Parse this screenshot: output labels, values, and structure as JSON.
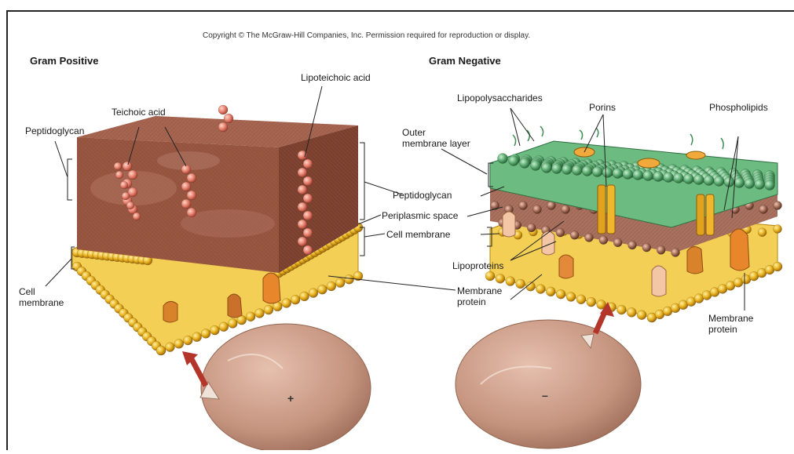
{
  "copyright": "Copyright © The McGraw-Hill Companies, Inc. Permission required for reproduction or display.",
  "left": {
    "title": "Gram Positive",
    "labels": {
      "peptidoglycan": "Peptidoglycan",
      "teichoic_acid": "Teichoic acid",
      "lipoteichoic_acid": "Lipoteichoic acid",
      "cell_membrane": "Cell\nmembrane"
    },
    "cell_sign": "+"
  },
  "right": {
    "title": "Gram Negative",
    "labels": {
      "lipopolysaccharides": "Lipopolysaccharides",
      "porins": "Porins",
      "phospholipids": "Phospholipids",
      "outer_membrane": "Outer\nmembrane layer",
      "lipoproteins": "Lipoproteins",
      "membrane_protein": "Membrane\nprotein"
    },
    "cell_sign": "–"
  },
  "center": {
    "peptidoglycan": "Peptidoglycan",
    "periplasmic_space": "Periplasmic space",
    "cell_membrane": "Cell membrane",
    "membrane_protein": "Membrane\nprotein"
  },
  "colors": {
    "peptidoglycan_brown": "#9b5a48",
    "membrane_yellow": "#e8b41c",
    "lps_green": "#4f9a62",
    "cell_tan": "#c99a86",
    "arrow_red": "#b4352a"
  }
}
